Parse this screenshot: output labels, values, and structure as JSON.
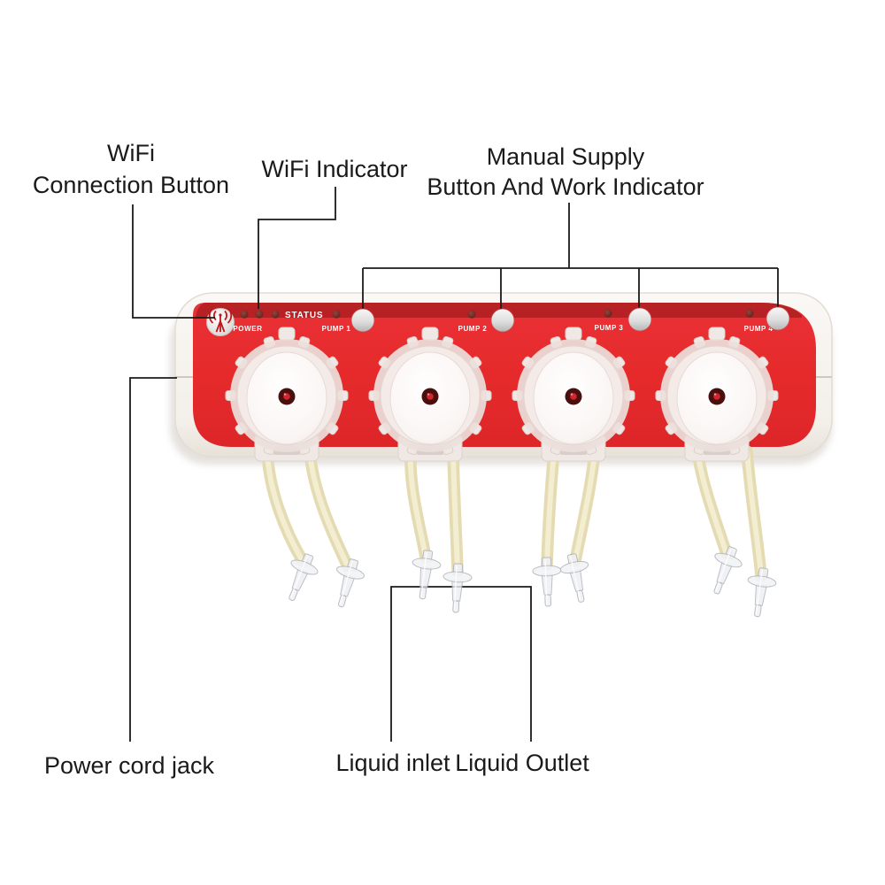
{
  "annotations": {
    "wifi_connection": {
      "line1": "WiFi",
      "line2": "Connection Button"
    },
    "wifi_indicator": {
      "label": "WiFi Indicator"
    },
    "manual_supply": {
      "line1": "Manual Supply",
      "line2": "Button And Work Indicator"
    },
    "power_cord_jack": {
      "label": "Power cord jack"
    },
    "liquid_inlet": {
      "label": "Liquid inlet"
    },
    "liquid_outlet": {
      "label": "Liquid Outlet"
    }
  },
  "device": {
    "power_label": "POWER",
    "status_label": "STATUS",
    "pumps": [
      {
        "label": "PUMP 1"
      },
      {
        "label": "PUMP 2"
      },
      {
        "label": "PUMP 3"
      },
      {
        "label": "PUMP 4"
      }
    ],
    "colors": {
      "faceplate_red": "#e62a2b",
      "faceplate_top_shadow": "#8e1517",
      "frame_white": "#f6f3ef",
      "tube_cream": "#e9dfb6",
      "wifi_icon_red": "#c3161c",
      "led_dark": "#6e2723",
      "button_silver": "#cccccc",
      "leader_line": "#1a1a1a"
    }
  }
}
